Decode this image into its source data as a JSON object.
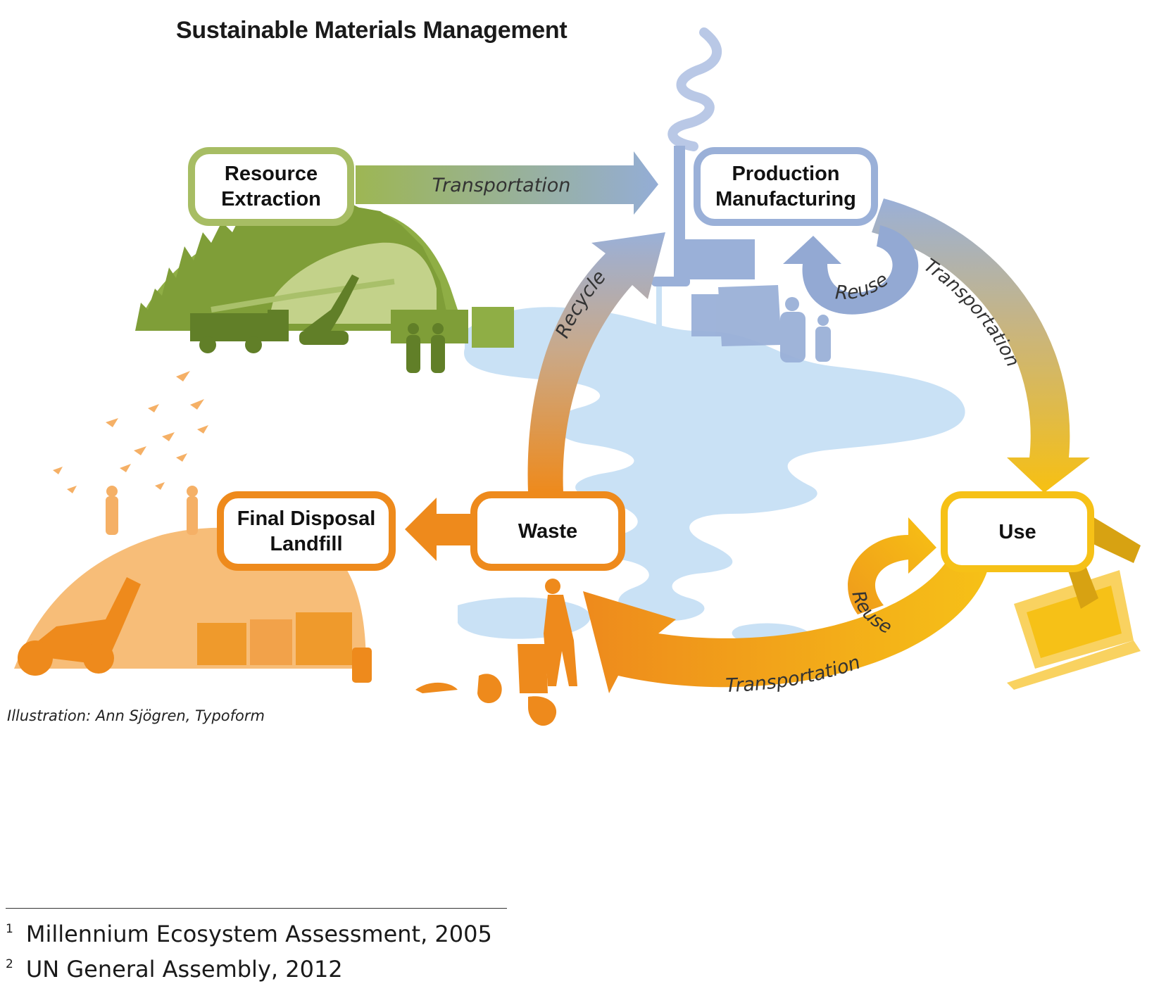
{
  "title": "Sustainable Materials Management",
  "nodes": {
    "resource": {
      "line1": "Resource",
      "line2": "Extraction"
    },
    "production": {
      "line1": "Production",
      "line2": "Manufacturing"
    },
    "use": {
      "label": "Use"
    },
    "waste": {
      "label": "Waste"
    },
    "disposal": {
      "line1": "Final Disposal",
      "line2": "Landfill"
    }
  },
  "flows": {
    "transport_top": "Transportation",
    "transport_right": "Transportation",
    "transport_bottom": "Transportation",
    "recycle": "Recycle",
    "reuse_production": "Reuse",
    "reuse_use": "Reuse"
  },
  "credit": "Illustration: Ann Sjögren, Typoform",
  "footnotes": [
    {
      "num": "1",
      "text": "Millennium Ecosystem Assessment, 2005"
    },
    {
      "num": "2",
      "text": "UN General Assembly, 2012"
    }
  ],
  "colors": {
    "green": "#8fae45",
    "green_dark": "#6b8a2a",
    "blue": "#9ab0d8",
    "water": "#c9e1f5",
    "yellow": "#f6bf17",
    "orange": "#ee8a1c",
    "landfill": "#f7bd78"
  }
}
